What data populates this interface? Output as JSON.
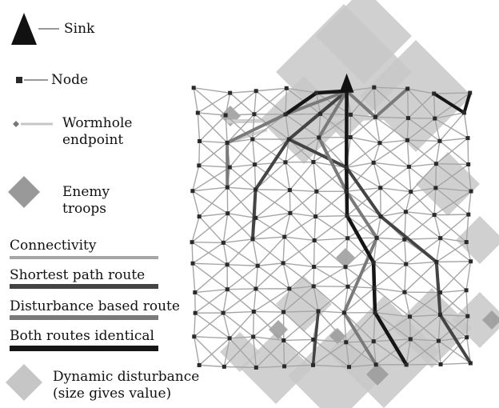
{
  "legend": {
    "sink": "Sink",
    "node": "Node",
    "wormhole": [
      "Wormhole",
      "endpoint"
    ],
    "enemy": [
      "Enemy",
      "troops"
    ],
    "connectivity": "Connectivity",
    "shortest": "Shortest path route",
    "disturbance": "Disturbance based route",
    "identical": "Both routes identical",
    "dynamic": [
      "Dynamic disturbance",
      "(size gives value)"
    ]
  },
  "colors": {
    "connectivity": "#a6a6a6",
    "shortest": "#444444",
    "disturbance": "#7a7a7a",
    "identical": "#161616",
    "disturbance_fill": "#c8c8c8",
    "enemy_fill": "#9a9a9a",
    "node": "#2a2a2a"
  },
  "grid": {
    "cols": 10,
    "rows": 12
  }
}
